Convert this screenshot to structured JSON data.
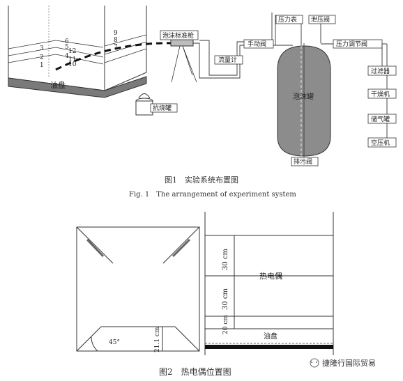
{
  "figure1": {
    "oil_pan_label": "油盘",
    "thermocouple_numbers_left": [
      "1",
      "2",
      "3",
      "4",
      "5",
      "6"
    ],
    "thermocouple_numbers_right": [
      "7",
      "8",
      "9",
      "10",
      "11",
      "12"
    ],
    "foam_gun_label": "泡沫标准枪",
    "burn_tank_label": "抗烧罐",
    "flow_meter_label": "流量计",
    "manual_valve_label": "手动阀",
    "pressure_gauge_label": "压力表",
    "relief_valve_label": "泄压阀",
    "pressure_regulator_label": "压力调节阀",
    "foam_tank_label": "泡沫罐",
    "drain_valve_label": "排污阀",
    "filter_label": "过滤器",
    "dryer_label": "干燥机",
    "gas_tank_label": "储气罐",
    "compressor_label": "空压机",
    "caption_cn": "图1　实验系统布置图",
    "caption_en": "Fig. 1　The arrangement of experiment system"
  },
  "figure2": {
    "angle_label": "45°",
    "dimension_label": "21.1 cm",
    "spacing_top": "30 cm",
    "spacing_middle": "30 cm",
    "spacing_bottom": "20 cm",
    "thermocouple_label": "热电偶",
    "oil_pan_label": "油盘",
    "caption_cn": "图2　热电偶位置图"
  },
  "watermark": {
    "text": "捷隆行国际贸易"
  },
  "colors": {
    "pan_fill": "#7a7a7a",
    "foam_tank_fill": "#8c8c8c",
    "line": "#333333"
  }
}
